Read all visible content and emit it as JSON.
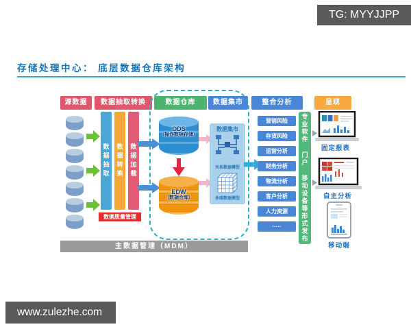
{
  "badge": {
    "text": "TG: MYYJJPP"
  },
  "watermark": {
    "text": "www.zulezhe.com"
  },
  "title": {
    "text": "存储处理中心： 底层数据仓库架构"
  },
  "headers": [
    {
      "label": "源数据",
      "color": "#e0566c"
    },
    {
      "label": "数据抽取转换",
      "color": "#e0566c"
    },
    {
      "label": "数据仓库",
      "color": "#4db36e"
    },
    {
      "label": "数据集市",
      "color": "#4a86d8"
    },
    {
      "label": "整合分析",
      "color": "#4a86d8"
    },
    {
      "label": "呈现",
      "color": "#f5a93e"
    }
  ],
  "etl": {
    "extract": "数据抽取",
    "transform": "数据转换",
    "load": "数据加载",
    "quality": "数据质量管理"
  },
  "warehouse": {
    "ods_name": "ODS",
    "ods_desc": "（操作数据存储）",
    "edw_name": "EDW",
    "edw_desc": "（数据仓库）"
  },
  "mart": {
    "title": "数据集市",
    "relational_label": "关系数据模型",
    "cube_label": "多维数据模型"
  },
  "analysis": {
    "items": [
      "营销风险",
      "存货风险",
      "运营分析",
      "财务分析",
      "物流分析",
      "客户分析",
      "人力资源",
      "·····"
    ]
  },
  "publish": {
    "text": "专业软件 门户 移动设备等形式发布"
  },
  "presentation": {
    "fixed_report": "固定报表",
    "self_analysis": "自主分析",
    "mobile": "移动端"
  },
  "mdm": {
    "text": "主数据管理（MDM）"
  },
  "colors": {
    "title_blue": "#1474b8",
    "header_red": "#e0566c",
    "header_green": "#4db36e",
    "header_blue": "#4a86d8",
    "header_orange": "#f5a93e",
    "ods_blue": "#2e8fd0",
    "edw_orange": "#f0930f",
    "dashed_teal": "#2caccf",
    "quality_red": "#e12e2e",
    "mdm_gray": "#9b9b9b",
    "publish_green": "#53b87c"
  }
}
